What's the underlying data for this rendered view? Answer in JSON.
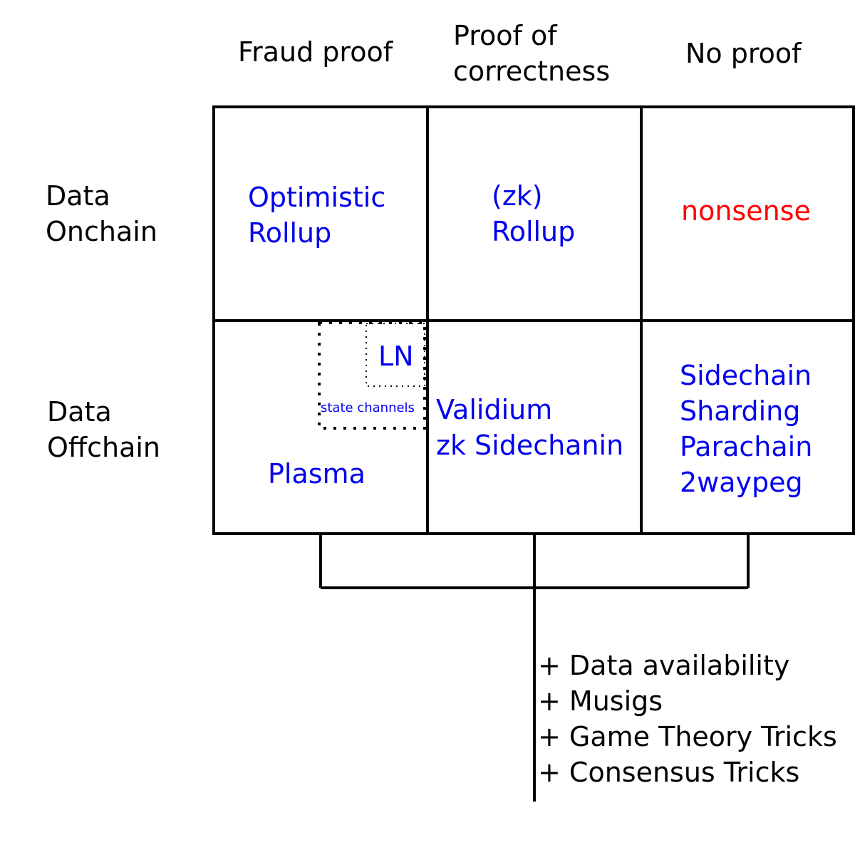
{
  "colors": {
    "line": "#000000",
    "header_text": "#000000",
    "item_text": "#0000ee",
    "nonsense_text": "#ff0000"
  },
  "columns": {
    "fraud_proof": "Fraud proof",
    "proof_of_correctness": [
      "Proof of",
      "correctness"
    ],
    "no_proof": "No proof"
  },
  "rows": {
    "data_onchain": [
      "Data",
      "Onchain"
    ],
    "data_offchain": [
      "Data",
      "Offchain"
    ]
  },
  "cells": {
    "onchain_fraud": [
      "Optimistic",
      "Rollup"
    ],
    "onchain_correctness": [
      "(zk)",
      "Rollup"
    ],
    "onchain_none": "nonsense",
    "offchain_fraud_ln": "LN",
    "offchain_fraud_state_channels": "state channels",
    "offchain_fraud_plasma": "Plasma",
    "offchain_correctness": [
      "Validium",
      "zk Sidechanin"
    ],
    "offchain_none": [
      "Sidechain",
      "Sharding",
      "Parachain",
      "2waypeg"
    ]
  },
  "extras": [
    "+ Data availability",
    "+ Musigs",
    "+ Game Theory Tricks",
    "+ Consensus Tricks"
  ]
}
